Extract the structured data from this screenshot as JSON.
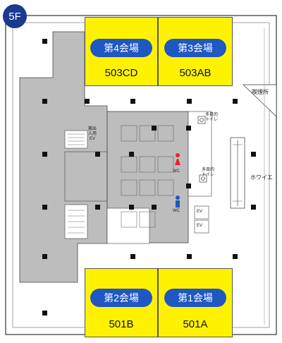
{
  "floor": {
    "label": "5F"
  },
  "halls": [
    {
      "name": "第4会場",
      "room": "503CD"
    },
    {
      "name": "第3会場",
      "room": "503AB"
    },
    {
      "name": "第2会場",
      "room": "501B"
    },
    {
      "name": "第1会場",
      "room": "501A"
    }
  ],
  "labels": {
    "smoking": "喫煙所",
    "foyer": "ホワイエ",
    "wc_women": "WC",
    "wc_men": "WC",
    "ev_1": "EV",
    "ev_2": "EV",
    "ev_freight": "搬出\n入用\nEV",
    "accessible_wc_1": "多目的\nトイレ",
    "accessible_wc_2": "多目的\nトイレ"
  },
  "colors": {
    "hall_fill": "#fff200",
    "hall_label": "#1f57c3",
    "badge": "#1a3a8f",
    "service_gray": "#bdbdbd",
    "women": "#e8252a",
    "men": "#1f57c3"
  }
}
